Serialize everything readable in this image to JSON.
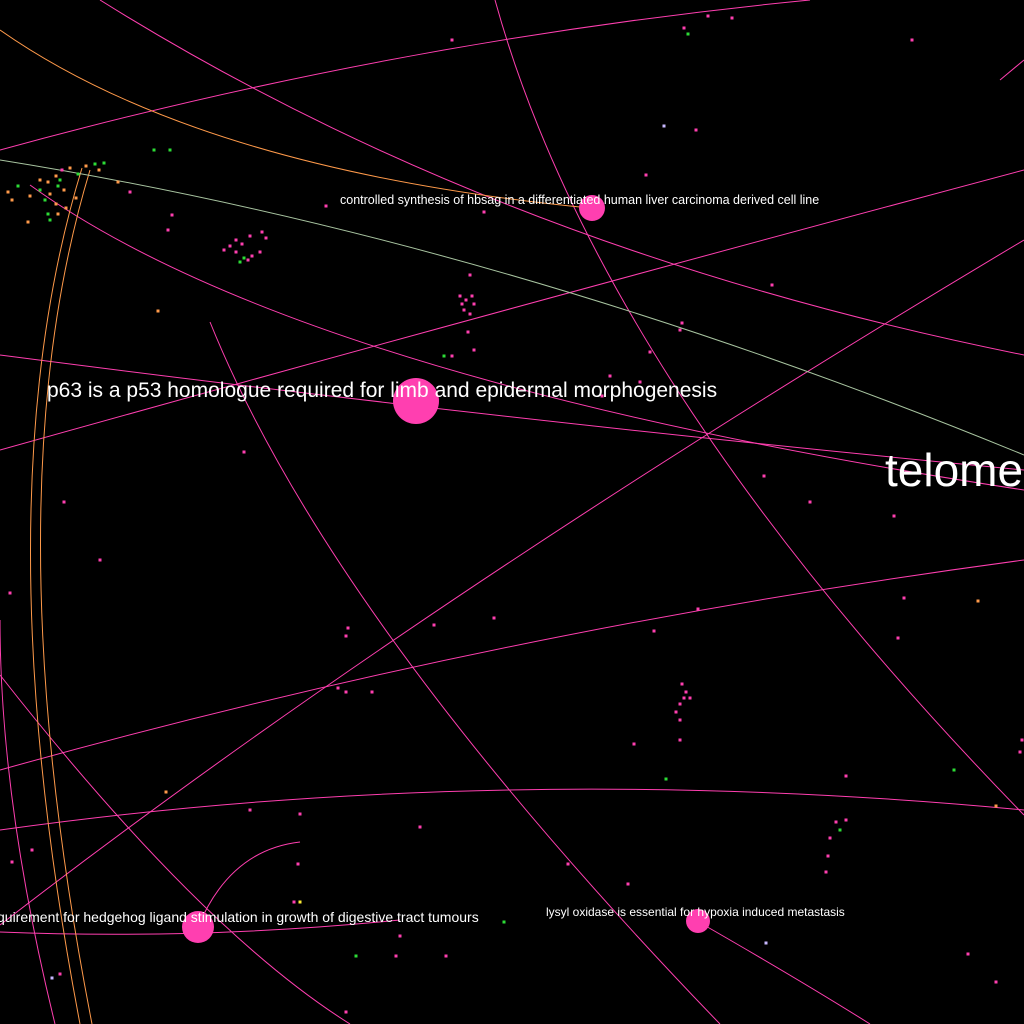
{
  "view": {
    "background": "#000000"
  },
  "palette": {
    "pink": "#ff3fb0",
    "orange": "#ff9a4a",
    "green": "#2cdc36",
    "yellow": "#ffee33",
    "lavender": "#c8b8ff",
    "grey_green": "#a8c4a0",
    "label": "#ffffff"
  },
  "labels": {
    "p63": "p63 is a p53 homologue required for limb and epidermal morphogenesis",
    "hbsag": "controlled synthesis of hbsag in a differentiated human liver carcinoma derived cell line",
    "telome": "telome",
    "hedgehog": "quirement for hedgehog ligand stimulation in growth of digestive tract tumours",
    "lysyl": "lysyl oxidase is essential for hypoxia induced metastasis"
  }
}
